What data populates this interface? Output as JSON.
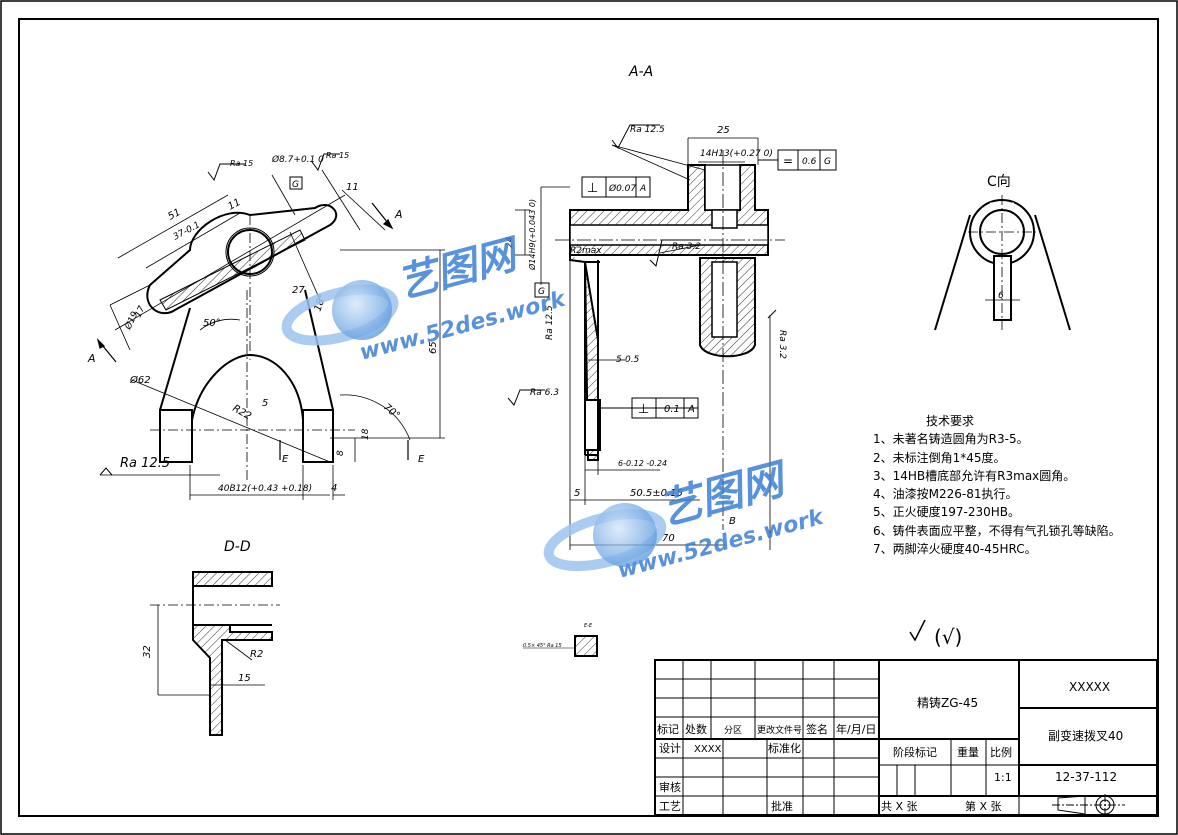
{
  "views": {
    "section_aa": "A-A",
    "section_dd": "D-D",
    "view_c": "C向"
  },
  "left_view": {
    "ra_top_left": "Ra 15",
    "ra_top_right": "Ra 15",
    "hole_dia": "Ø8.7+0.1 0",
    "datum_g": "G",
    "dim_51": "51",
    "dim_11a": "11",
    "dim_37": "37-0.1",
    "dim_11b": "11",
    "arrow_a_top": "A",
    "arrow_a_bottom": "A",
    "dim_27": "27",
    "dim_phi19": "Ø19",
    "dim_17": "17",
    "dim_50deg": "50°",
    "dim_18deg": "18°",
    "dim_65": "65",
    "dim_phi62": "Ø62",
    "dim_r22": "R22",
    "dim_5": "5",
    "dim_70deg": "70°",
    "dim_18": "18",
    "dim_8": "8",
    "arrow_e_left": "E",
    "arrow_e_right": "E",
    "ra_bottom": "Ra 12.5",
    "dim_40b12": "40B12(+0.43 +0.18)",
    "dim_4": "4"
  },
  "section_aa": {
    "ra_top": "Ra 12.5",
    "dim_25": "25",
    "dim_14h13": "14H13(+0.27 0)",
    "flatness": "=",
    "flatness_val": "0.6",
    "flatness_datum": "G",
    "perp_sym": "⊥",
    "perp_val": "Ø0.07",
    "perp_datum": "A",
    "dim_24": "24",
    "dim_phi14": "Ø14H9(+0.043 0)",
    "r2max": "R2max",
    "ra_inner": "Ra 3.2",
    "datum_g": "G",
    "ra_left": "Ra 12.5",
    "ra_right": "Ra 3.2",
    "dim_5_tol": "5-0.5",
    "ra_63": "Ra 6.3",
    "perp2_sym": "⊥",
    "perp2_val": "0.1",
    "perp2_datum": "A",
    "dim_6": "6-0.12 -0.24",
    "dim_5": "5",
    "dim_505": "50.5±0.15",
    "dim_70": "70",
    "arrow_b": "B"
  },
  "view_c": {
    "dim_6": "6"
  },
  "section_dd": {
    "dim_32": "32",
    "dim_r2": "R2",
    "dim_15": "15"
  },
  "detail_ee": {
    "label": "E-E",
    "note": "0.5× 45° Ra 15"
  },
  "tech_req": {
    "title": "技术要求",
    "items": [
      "1、未著名铸造圆角为R3-5。",
      "2、未标注倒角1*45度。",
      "3、14HB槽底部允许有R3max圆角。",
      "4、油漆按M226-81执行。",
      "5、正火硬度197-230HB。",
      "6、铸件表面应平整，不得有气孔锁孔等缺陷。",
      "7、两脚淬火硬度40-45HRC。"
    ]
  },
  "roughness_symbol": "(√)",
  "title_block": {
    "material": "精铸ZG-45",
    "company": "XXXXX",
    "part_name": "副变速拨叉40",
    "drawing_no": "12-37-112",
    "h_biaoji": "标记",
    "h_chushu": "处数",
    "h_fenqu": "分区",
    "h_genggai": "更改文件号",
    "h_qianming": "签名",
    "h_date": "年/月/日",
    "design_label": "设计",
    "design_value": "XXXX",
    "standardize": "标准化",
    "stage_mark": "阶段标记",
    "weight": "重量",
    "scale": "比例",
    "scale_value": "1:1",
    "review": "审核",
    "process": "工艺",
    "approve": "批准",
    "sheet_total": "共 X 张",
    "sheet_no": "第 X 张"
  },
  "watermark": {
    "brand": "艺图网",
    "url": "www.52des.work"
  },
  "colors": {
    "watermark_blue": "#3d7fd6",
    "watermark_light": "#9cc4ef"
  }
}
